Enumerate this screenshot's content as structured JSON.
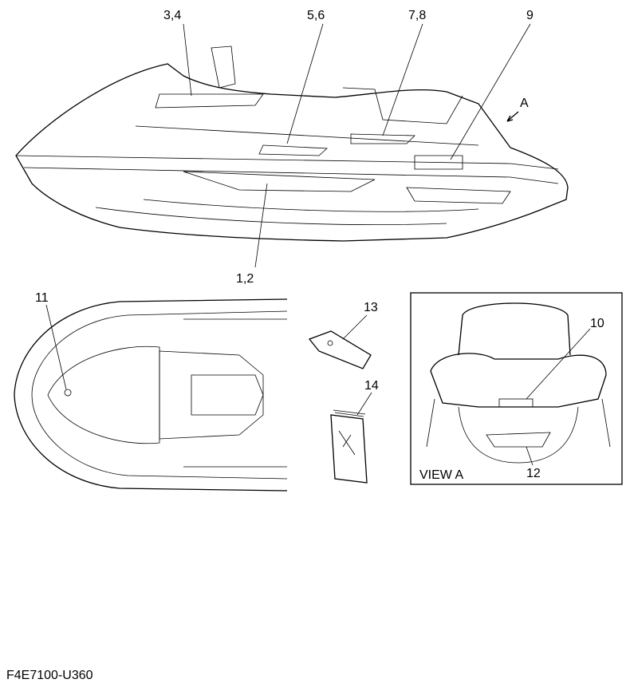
{
  "callouts": {
    "c34": "3,4",
    "c56": "5,6",
    "c78": "7,8",
    "c9": "9",
    "cA": "A",
    "c12": "1,2",
    "c11": "11",
    "c13": "13",
    "c14": "14",
    "c10": "10",
    "c12b": "12"
  },
  "view_label": "VIEW A",
  "drawing_code": "F4E7100-U360"
}
